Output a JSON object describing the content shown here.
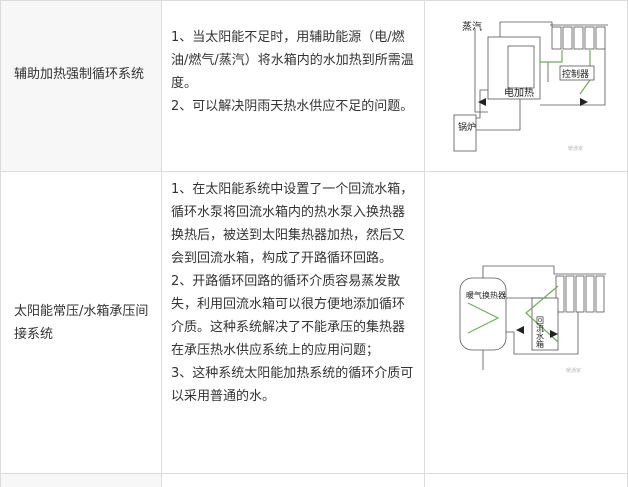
{
  "rows": [
    {
      "name": "辅助加热强制循环系统",
      "points": [
        "1、当太阳能不足时，用辅助能源（电/燃油/燃气/蒸汽）将水箱内的水加热到所需温度。",
        "2、可以解决阴雨天热水供应不足的问题。"
      ],
      "diagram": {
        "labels": [
          "蒸汽",
          "控制器",
          "电加热",
          "锅炉"
        ],
        "watermark": "暖通家"
      }
    },
    {
      "name": "太阳能常压/水箱承压间接系统",
      "points": [
        "1、在太阳能系统中设置了一个回流水箱，循环水泵将回流水箱内的热水泵入换热器换热后，被送到太阳集热器加热，然后又会到回流水箱，构成了开路循环回路。",
        "2、开路循环回路的循环介质容易蒸发散失，利用回流水箱可以很方便地添加循环介质。这种系统解决了不能承压的集热器在承压热水供应系统上的应用问题；",
        "3、这种系统太阳能加热系统的循环介质可以采用普通的水。"
      ],
      "diagram": {
        "labels": [
          "暖气换热器",
          "回流水箱"
        ],
        "watermark": "暖通家"
      }
    }
  ],
  "colors": {
    "border": "#dcdcdc",
    "shade": "#f7f7f7",
    "pipe_green": "#6fae5a",
    "line": "#555555"
  }
}
